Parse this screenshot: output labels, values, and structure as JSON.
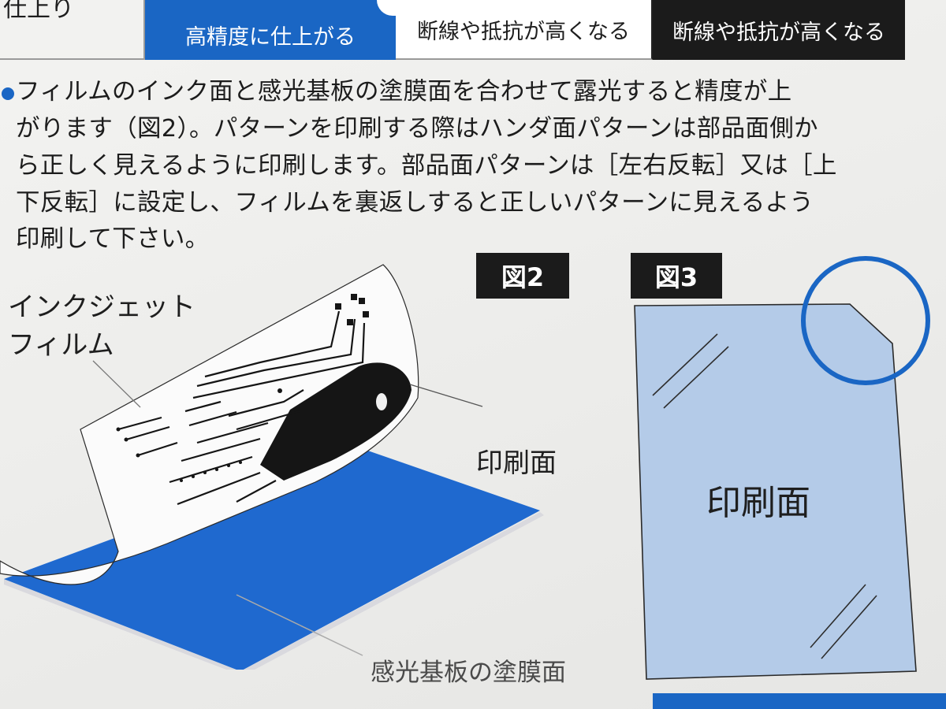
{
  "table": {
    "row_label": "仕上り",
    "cells": [
      "高精度に仕上がる",
      "断線や抵抗が高くなる",
      "断線や抵抗が高くなる"
    ]
  },
  "paragraph": {
    "lines": [
      "フィルムのインク面と感光基板の塗膜面を合わせて露光すると精度が上",
      "がります（図2）。パターンを印刷する際はハンダ面パターンは部品面側か",
      "ら正しく見えるように印刷します。部品面パターンは［左右反転］又は［上",
      "下反転］に設定し、フィルムを裏返しすると正しいパターンに見えるよう",
      "印刷して下さい。"
    ]
  },
  "figure2": {
    "tag": "図2",
    "film_label_line1": "インクジェット",
    "film_label_line2": "フィルム",
    "print_face_label": "印刷面",
    "substrate_label": "感光基板の塗膜面"
  },
  "figure3": {
    "tag": "図3",
    "print_face_label": "印刷面"
  },
  "colors": {
    "accent_blue": "#1a66c4",
    "substrate_blue": "#1f69cf",
    "sheet_blue": "#b4cbe8",
    "dark": "#1b1b1b"
  }
}
